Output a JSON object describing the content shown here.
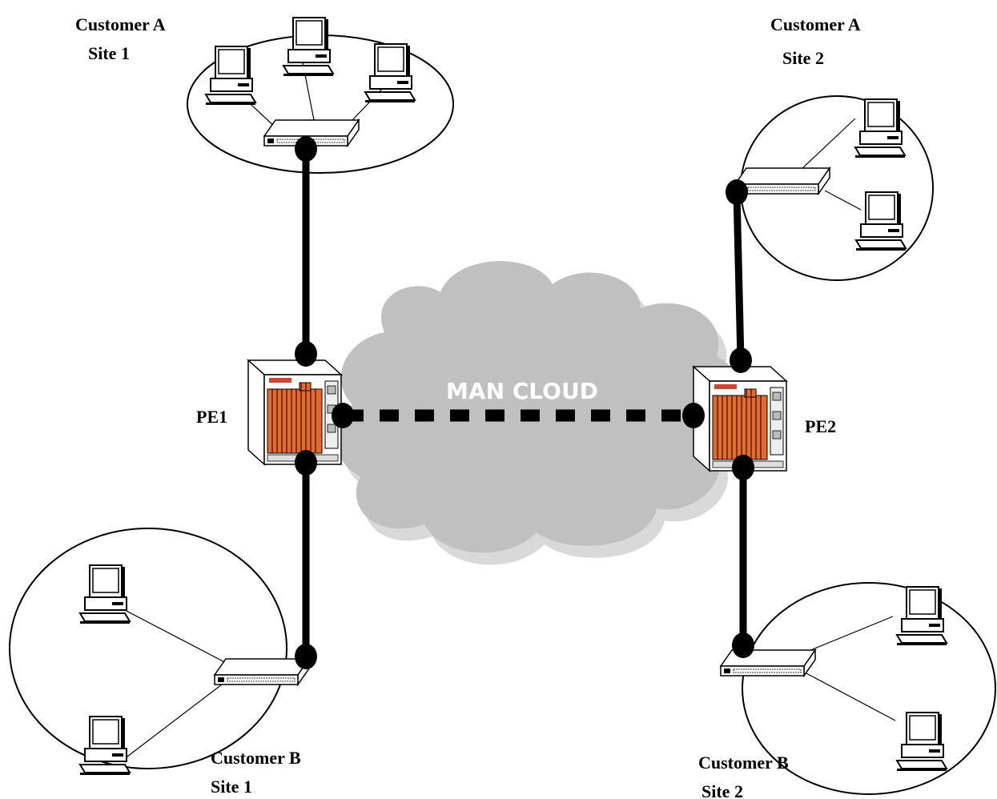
{
  "labels": {
    "cust_a_site1_line1": "Customer A",
    "cust_a_site1_line2": "Site 1",
    "cust_a_site2_line1": "Customer A",
    "cust_a_site2_line2": "Site 2",
    "cust_b_site1_line1": "Customer B",
    "cust_b_site1_line2": "Site 1",
    "cust_b_site2_line1": "Customer B",
    "cust_b_site2_line2": "Site 2",
    "pe1": "PE1",
    "pe2": "PE2",
    "cloud": "MAN CLOUD"
  },
  "colors": {
    "cloud": "#c0c0c0",
    "cloud_shadow": "#d9d9d9",
    "router_card": "#e8692c",
    "link": "#000000"
  },
  "icons": [
    "computer-icon",
    "switch-icon",
    "router-chassis-icon",
    "cloud-icon"
  ]
}
